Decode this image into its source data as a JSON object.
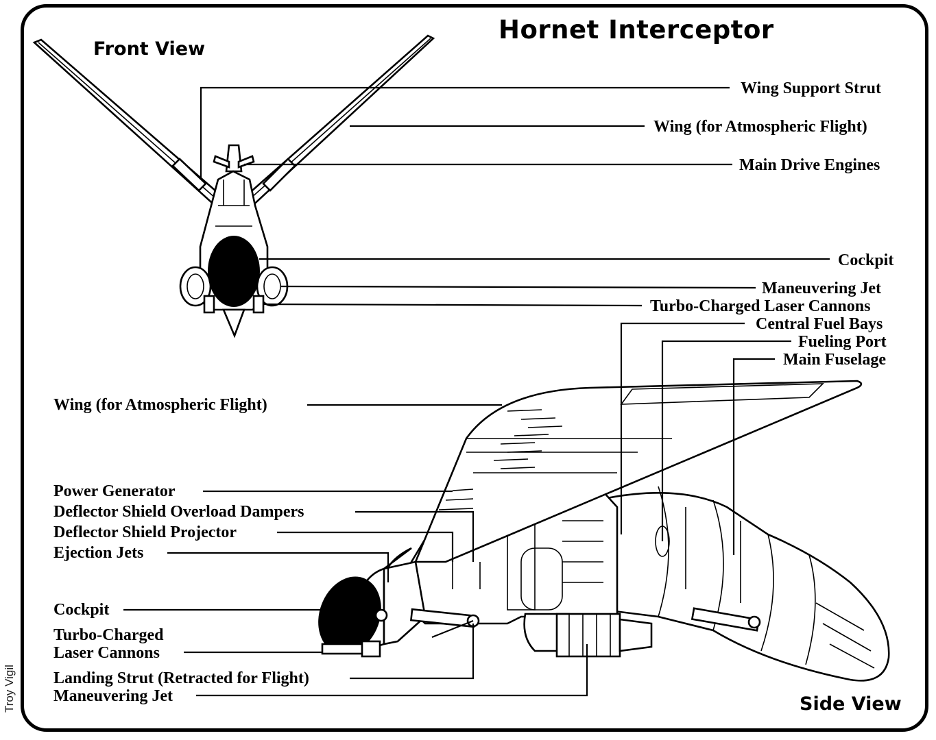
{
  "title": "Hornet Interceptor",
  "front_view": {
    "heading": "Front View",
    "labels": [
      "Wing Support Strut",
      "Wing (for Atmospheric Flight)",
      "Main Drive Engines",
      "Cockpit",
      "Maneuvering Jet",
      "Turbo-Charged Laser Cannons"
    ]
  },
  "side_view": {
    "heading": "Side View",
    "right_labels": [
      "Central Fuel Bays",
      "Fueling Port",
      "Main Fuselage"
    ],
    "left_labels": [
      "Wing (for Atmospheric Flight)",
      "Power Generator",
      "Deflector Shield Overload Dampers",
      "Deflector Shield Projector",
      "Ejection Jets",
      "Cockpit",
      "Turbo-Charged",
      "Laser Cannons",
      "Landing Strut (Retracted for Flight)",
      "Maneuvering Jet"
    ]
  },
  "credit": "Troy Vigil"
}
